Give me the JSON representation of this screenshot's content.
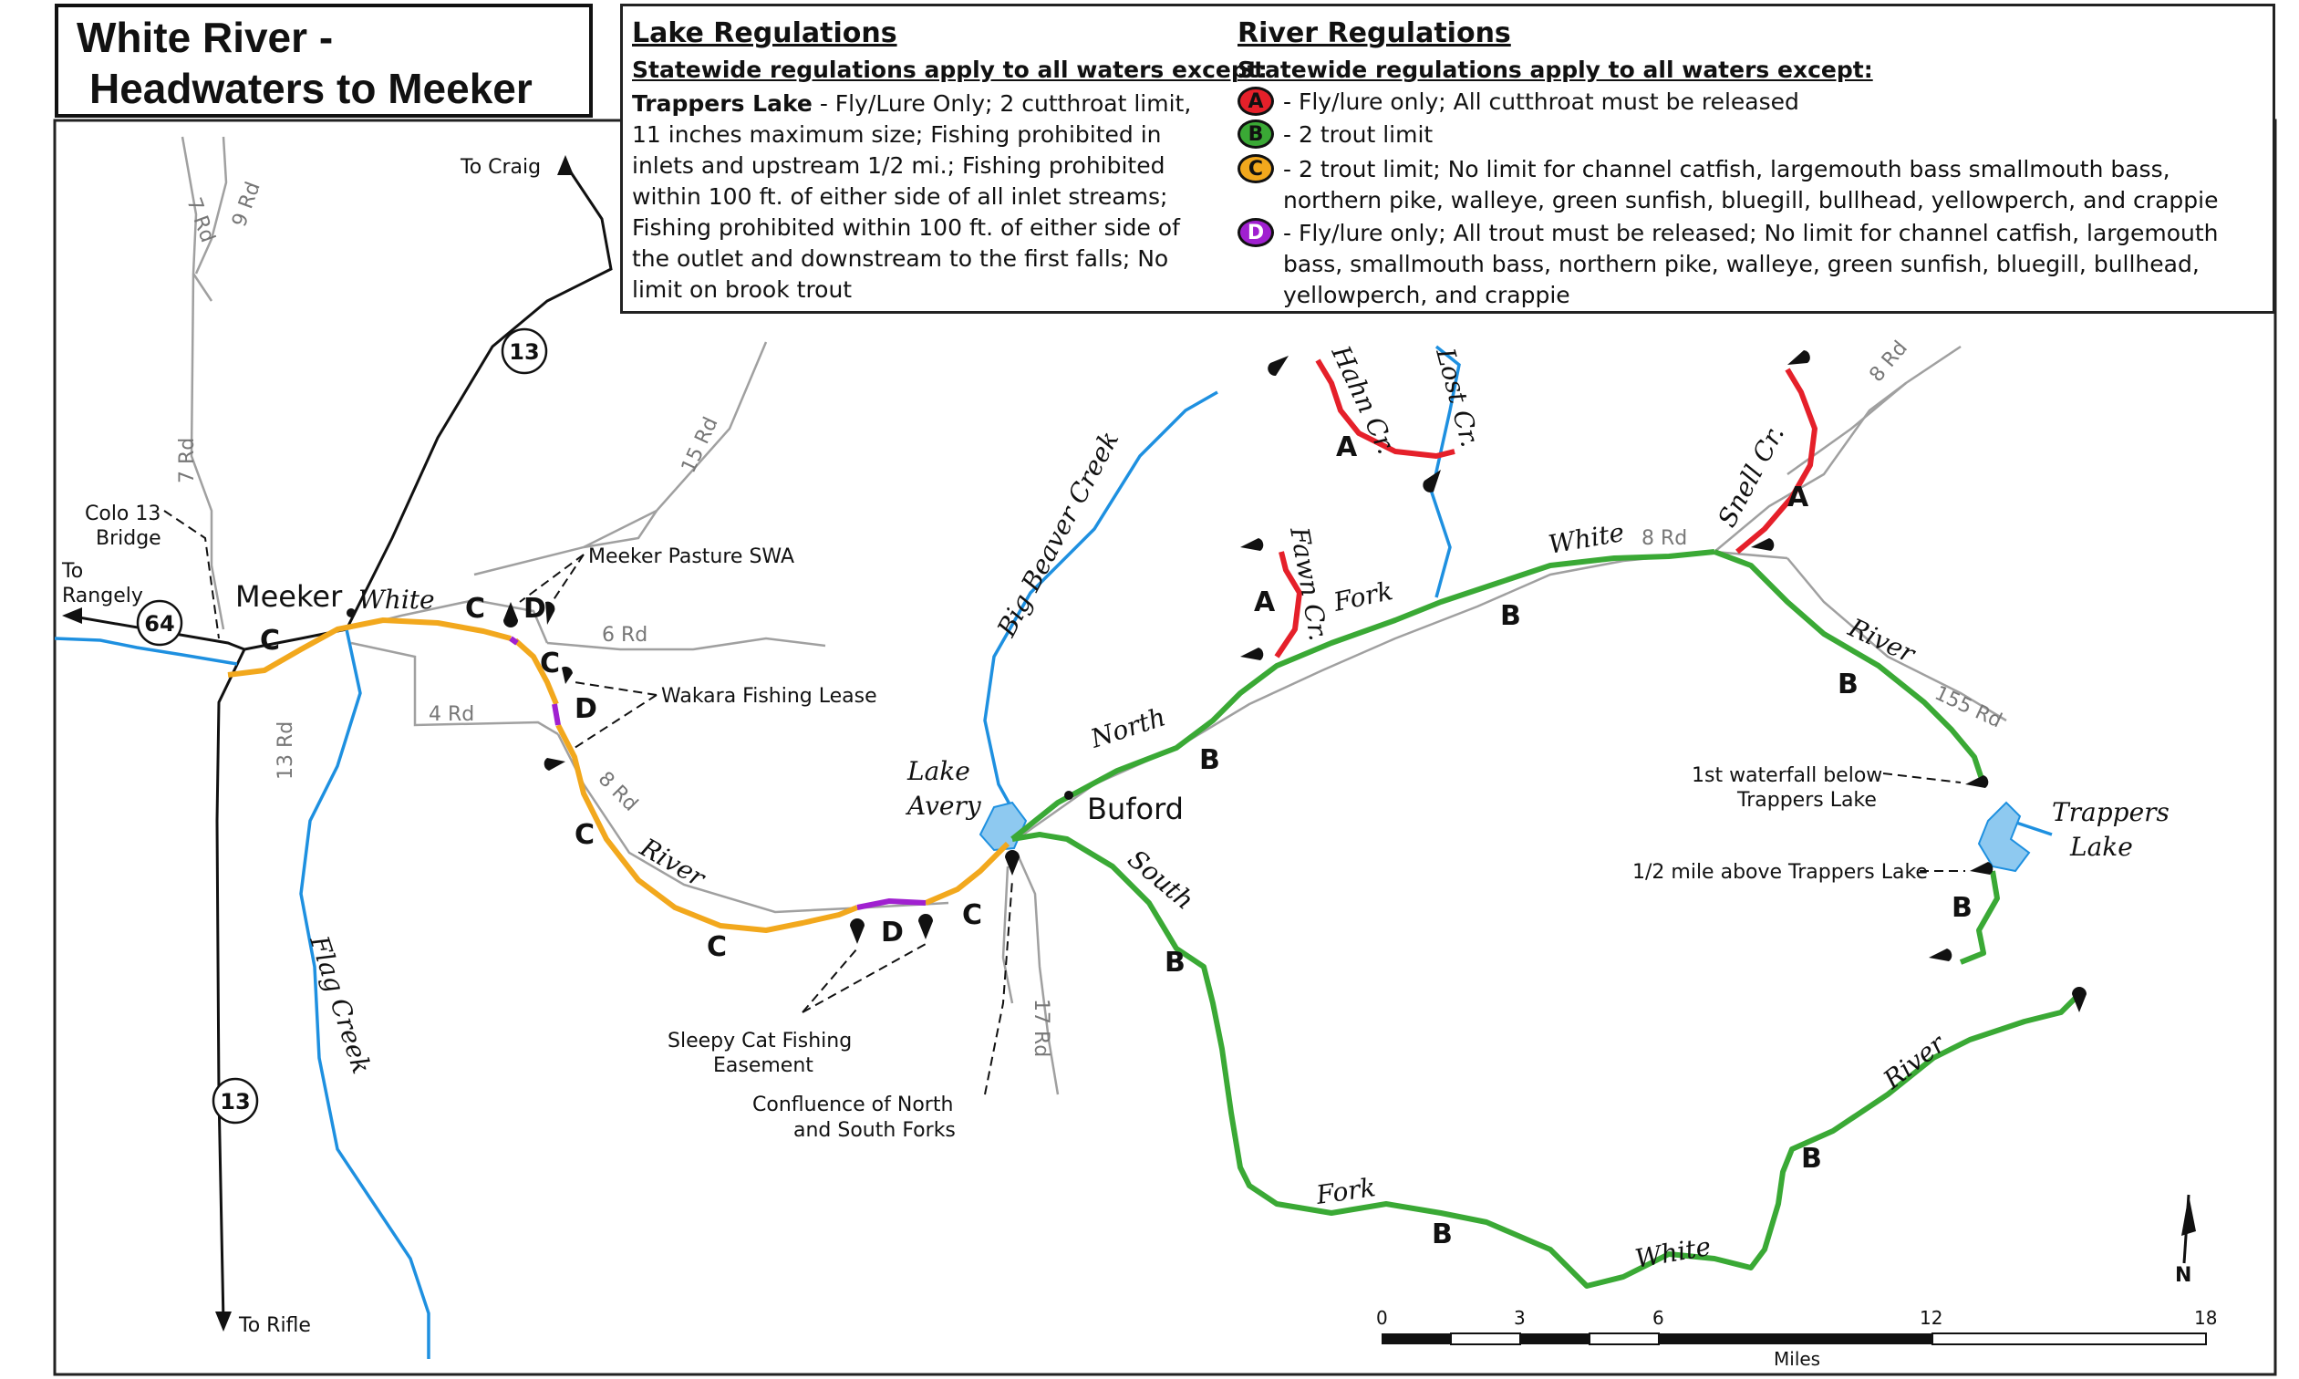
{
  "title": {
    "line1": "White River -",
    "line2": "Headwaters to Meeker"
  },
  "lake_regs": {
    "heading": "Lake Regulations",
    "subheading": "Statewide regulations apply to all waters except:",
    "lake_name": "Trappers Lake",
    "lines": [
      " - Fly/Lure Only; 2 cutthroat limit,",
      "11 inches maximum size; Fishing prohibited in",
      "inlets and upstream 1/2 mi.; Fishing prohibited",
      "within 100 ft. of either side of all inlet streams;",
      "Fishing prohibited within 100 ft. of either side of",
      "the outlet and downstream to the first falls; No",
      "limit on brook trout"
    ]
  },
  "river_regs": {
    "heading": "River Regulations",
    "subheading": "Statewide regulations apply to all waters except:",
    "legend": [
      {
        "code": "A",
        "color": "#e5202a",
        "text_color": "#111111",
        "lines": [
          "- Fly/lure only; All cutthroat must be released"
        ]
      },
      {
        "code": "B",
        "color": "#3aa935",
        "text_color": "#111111",
        "lines": [
          "- 2 trout limit"
        ]
      },
      {
        "code": "C",
        "color": "#f2a81d",
        "text_color": "#111111",
        "lines": [
          "- 2 trout limit; No limit for channel catfish, largemouth bass smallmouth bass,",
          "northern pike, walleye, green sunfish, bluegill, bullhead, yellowperch, and crappie"
        ]
      },
      {
        "code": "D",
        "color": "#a020d0",
        "text_color": "#ffffff",
        "lines": [
          "- Fly/lure only; All trout must be released; No limit for channel catfish, largemouth",
          "bass, smallmouth bass, northern pike, walleye, green sunfish, bluegill, bullhead,",
          "yellowperch, and crappie"
        ]
      }
    ]
  },
  "colors": {
    "river": "#1e90e0",
    "road": "#9a9a9a",
    "zone_a": "#e5202a",
    "zone_b": "#3aa935",
    "zone_c": "#f2a81d",
    "zone_d": "#a020d0",
    "lake": "#8ec9f0"
  },
  "towns": {
    "meeker": "Meeker",
    "buford": "Buford"
  },
  "highways": {
    "h13": "13",
    "h64": "64"
  },
  "directions": {
    "to_craig": "To Craig",
    "to_rangely_1": "To",
    "to_rangely_2": "Rangely",
    "to_rifle": "To Rifle"
  },
  "roads": {
    "r7a": "7 Rd",
    "r9": "9 Rd",
    "r7b": "7 Rd",
    "r15": "15 Rd",
    "r6": "6 Rd",
    "r4": "4 Rd",
    "r13": "13 Rd",
    "r8a": "8 Rd",
    "r17": "17 Rd",
    "r8b": "8 Rd",
    "r8c": "8 Rd",
    "r155": "155 Rd"
  },
  "water_labels": {
    "white_w": "White",
    "river_w": "River",
    "big_beaver": "Big Beaver Creek",
    "flag": "Flag Creek",
    "lake_avery_1": "Lake",
    "lake_avery_2": "Avery",
    "north": "North",
    "fork_n": "Fork",
    "white_n": "White",
    "hahn": "Hahn Cr.",
    "lost": "Lost Cr.",
    "fawn": "Fawn Cr.",
    "snell": "Snell Cr.",
    "river_n": "River",
    "trappers_1": "Trappers",
    "trappers_2": "Lake",
    "south": "South",
    "fork_s": "Fork",
    "white_s": "White",
    "river_s": "River"
  },
  "callouts": {
    "colo13_1": "Colo 13",
    "colo13_2": "Bridge",
    "meeker_pasture": "Meeker Pasture SWA",
    "wakara": "Wakara Fishing Lease",
    "sleepy_1": "Sleepy Cat Fishing",
    "sleepy_2": "Easement",
    "confluence_1": "Confluence of North",
    "confluence_2": "and South Forks",
    "waterfall_1": "1st waterfall below",
    "waterfall_2": "Trappers Lake",
    "half_mile": "1/2 mile above Trappers Lake"
  },
  "zone_letters": {
    "a": "A",
    "b": "B",
    "c": "C",
    "d": "D"
  },
  "scale": {
    "ticks": [
      "0",
      "3",
      "6",
      "12",
      "18"
    ],
    "unit": "Miles"
  },
  "north_label": "N"
}
